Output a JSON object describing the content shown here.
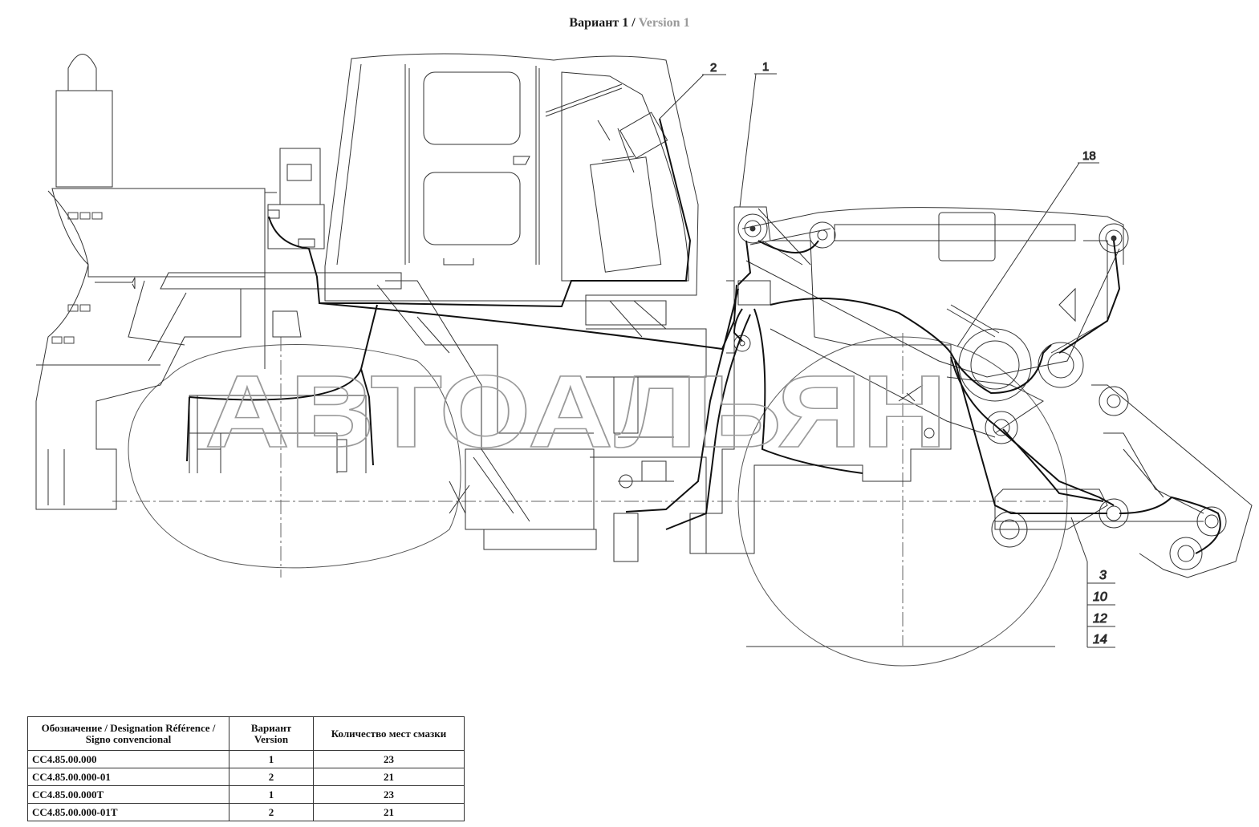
{
  "title": {
    "main": "Вариант 1 / ",
    "version": "Version 1"
  },
  "watermark": "АВТОАЛЬЯН",
  "callouts": [
    {
      "id": "c1",
      "label": "1"
    },
    {
      "id": "c2",
      "label": "2"
    },
    {
      "id": "c18",
      "label": "18"
    },
    {
      "id": "c3",
      "label": "3"
    },
    {
      "id": "c10",
      "label": "10"
    },
    {
      "id": "c12",
      "label": "12"
    },
    {
      "id": "c14",
      "label": "14"
    }
  ],
  "table": {
    "headers": [
      "Обозначение / Designation Référence / Signo convencional",
      "Вариант Version",
      "Количество мест смазки"
    ],
    "rows": [
      [
        "СС4.85.00.000",
        "1",
        "23"
      ],
      [
        "СС4.85.00.000-01",
        "2",
        "21"
      ],
      [
        "СС4.85.00.000Т",
        "1",
        "23"
      ],
      [
        "СС4.85.00.000-01Т",
        "2",
        "21"
      ]
    ]
  }
}
